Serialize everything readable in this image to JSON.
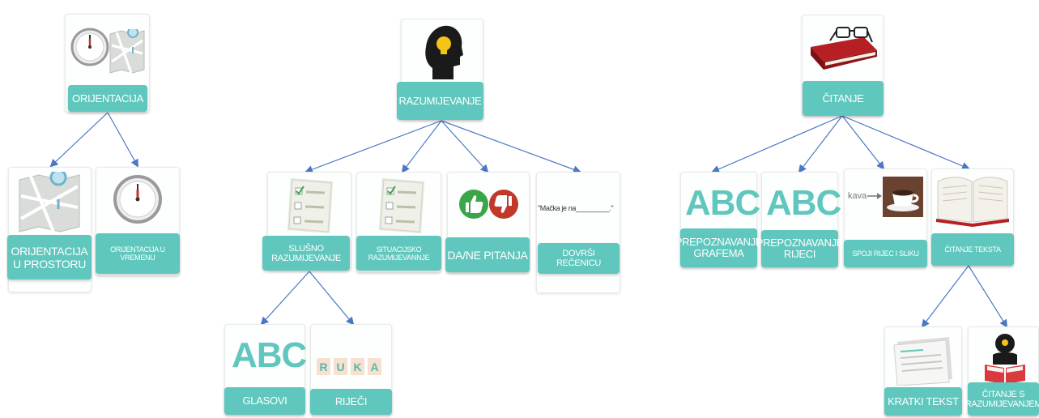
{
  "nodes": {
    "orijentacija": "ORIJENTACIJA",
    "orijentacija_prostor": "ORIJENTACIJA U PROSTORU",
    "orijentacija_vrijeme": "ORIJENTACIJA U VREMENU",
    "razumijevanje": "RAZUMIJEVANJE",
    "slusno": "SLUŠNO RAZUMIJEVANJE",
    "situacijsko": "SITUACIJSKO RAZUMIJEVANNJE",
    "da_ne": "DA/NE PITANJA",
    "dovrsi": "DOVRŠI REČENICU",
    "glasovi": "GLASOVI",
    "rijeci": "RIJEČI",
    "citanje": "ČITANJE",
    "prep_grafema": "PREPOZNAVANJE GRAFEMA",
    "prep_rijeci": "PREPOZNAVANJE RIJECI",
    "spoji": "SPOJI RIJEC I SLIKU",
    "citanje_teksta": "ČITANJE TEKSTA",
    "kratki": "KRATKI TEKST",
    "citanje_razum": "ČITANJE S RAZUMIJEVANJEM"
  },
  "images": {
    "abc": "ABC",
    "ruka": [
      "R",
      "U",
      "K",
      "A"
    ],
    "sentence": "\"Mačka je na_________.\"",
    "kava": "kava"
  },
  "colors": {
    "label": "#5fc7bd",
    "arrow": "#4a78c4",
    "accent_red": "#c0392b",
    "accent_green": "#3aa64a"
  }
}
